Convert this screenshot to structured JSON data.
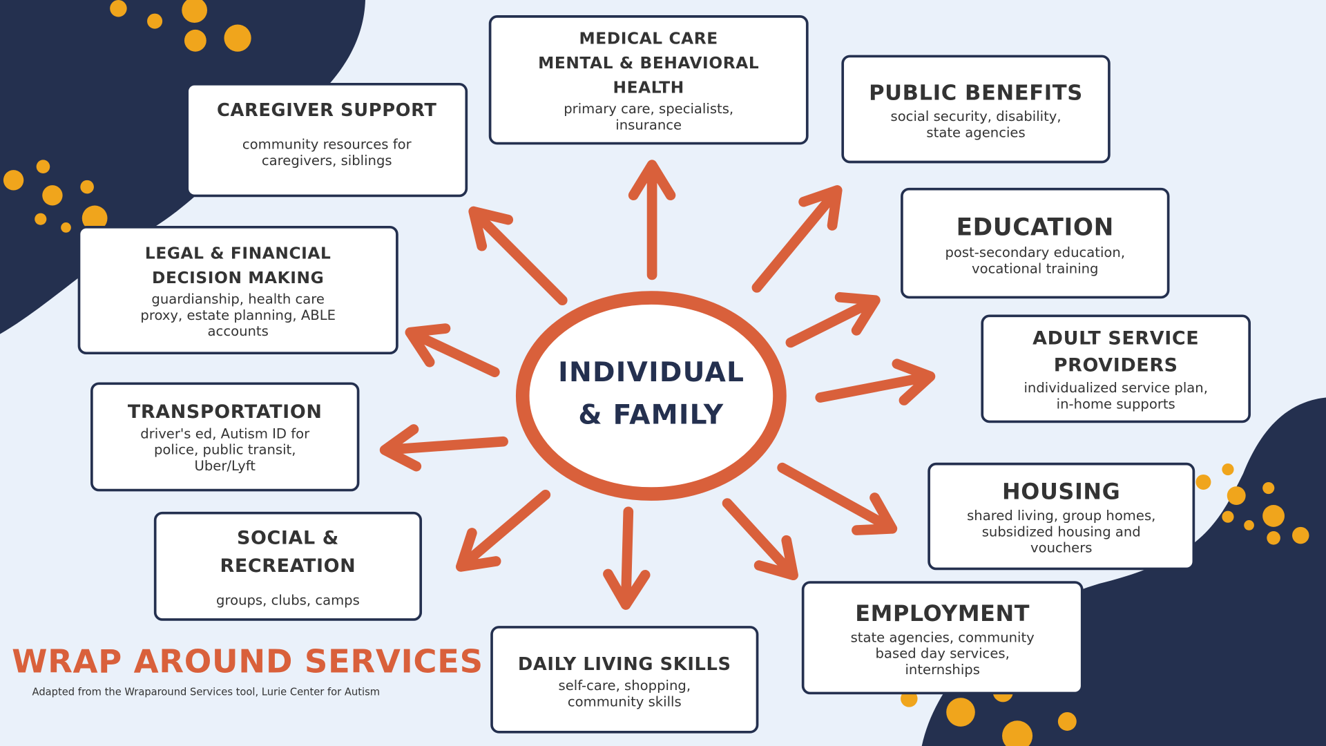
{
  "center": {
    "line1": "INDIVIDUAL",
    "line2": "& FAMILY"
  },
  "title": "WRAP AROUND SERVICES",
  "subtitle": "Adapted from the Wraparound Services tool, Lurie Center for Autism",
  "colors": {
    "navy": "#24304f",
    "orange": "#d9603b",
    "dot": "#f0a51c",
    "background": "#eaf1fa"
  },
  "services": {
    "medical": {
      "title": "MEDICAL CARE\nMENTAL & BEHAVIORAL\nHEALTH",
      "desc": "primary care, specialists,\ninsurance"
    },
    "public": {
      "title": "PUBLIC BENEFITS",
      "desc": "social security, disability,\nstate agencies"
    },
    "caregiver": {
      "title": "CAREGIVER SUPPORT",
      "desc": "community resources for\ncaregivers, siblings"
    },
    "education": {
      "title": "EDUCATION",
      "desc": "post-secondary education,\nvocational training"
    },
    "legal": {
      "title": "LEGAL & FINANCIAL\nDECISION MAKING",
      "desc": "guardianship, health care\nproxy, estate planning, ABLE\naccounts"
    },
    "adult": {
      "title": "ADULT SERVICE\nPROVIDERS",
      "desc": "individualized service plan,\nin-home supports"
    },
    "transportation": {
      "title": "TRANSPORTATION",
      "desc": "driver's ed, Autism ID for\npolice, public transit,\nUber/Lyft"
    },
    "social": {
      "title": "SOCIAL &\nRECREATION",
      "desc": "groups, clubs, camps"
    },
    "housing": {
      "title": "HOUSING",
      "desc": "shared living, group homes,\nsubsidized housing and\nvouchers"
    },
    "employment": {
      "title": "EMPLOYMENT",
      "desc": "state agencies, community\nbased day services,\ninternships"
    },
    "daily": {
      "title": "DAILY LIVING SKILLS",
      "desc": "self-care, shopping,\ncommunity skills"
    }
  }
}
